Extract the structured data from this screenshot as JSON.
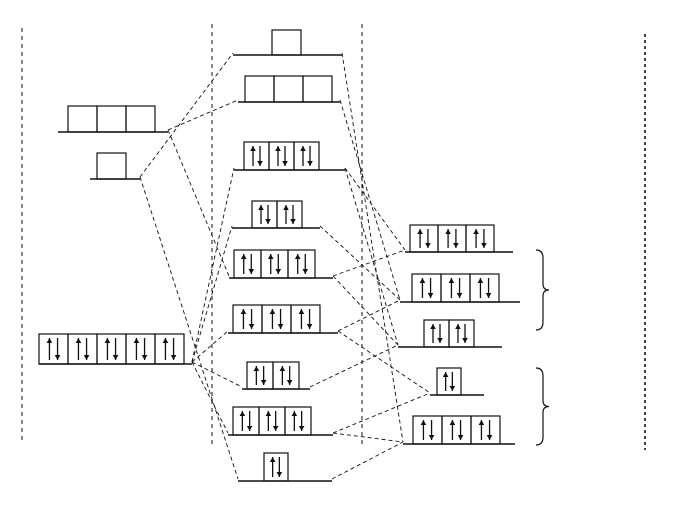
{
  "colors": {
    "ink": "#111111",
    "background": "#ffffff"
  },
  "diagram": {
    "kind": "molecular-orbital-energy-level-diagram",
    "columns": [
      {
        "name": "left-atomic-orbitals",
        "levels": [
          {
            "name": "left-p-orbitals",
            "boxes": [
              0,
              0,
              0
            ]
          },
          {
            "name": "left-s-orbital",
            "boxes": [
              0
            ]
          },
          {
            "name": "left-d-orbitals",
            "boxes": [
              2,
              2,
              2,
              2,
              2
            ]
          }
        ]
      },
      {
        "name": "molecular-orbitals",
        "levels": [
          {
            "name": "mo-antibonding-top",
            "boxes": [
              0
            ]
          },
          {
            "name": "mo-antibonding-triple",
            "boxes": [
              0,
              0,
              0
            ]
          },
          {
            "name": "mo-level-3",
            "boxes": [
              2,
              2,
              2
            ]
          },
          {
            "name": "mo-level-4",
            "boxes": [
              2,
              2
            ]
          },
          {
            "name": "mo-level-5",
            "boxes": [
              2,
              2,
              2
            ]
          },
          {
            "name": "mo-level-6",
            "boxes": [
              2,
              2,
              2
            ]
          },
          {
            "name": "mo-level-7",
            "boxes": [
              2,
              2
            ]
          },
          {
            "name": "mo-level-8",
            "boxes": [
              2,
              2,
              2
            ]
          },
          {
            "name": "mo-level-9",
            "boxes": [
              2
            ]
          }
        ]
      },
      {
        "name": "ligand-group-orbitals",
        "levels": [
          {
            "name": "ligand-level-1",
            "boxes": [
              2,
              2,
              2
            ]
          },
          {
            "name": "ligand-level-2",
            "boxes": [
              2,
              2,
              2
            ]
          },
          {
            "name": "ligand-level-3",
            "boxes": [
              2,
              2
            ]
          },
          {
            "name": "ligand-level-4",
            "boxes": [
              2
            ]
          },
          {
            "name": "ligand-level-5",
            "boxes": [
              2,
              2,
              2
            ]
          }
        ]
      }
    ],
    "groupings": [
      {
        "name": "upper-ligand-bracket",
        "spans": [
          "ligand-level-1",
          "ligand-level-2",
          "ligand-level-3"
        ]
      },
      {
        "name": "lower-ligand-bracket",
        "spans": [
          "ligand-level-4",
          "ligand-level-5"
        ]
      }
    ]
  }
}
